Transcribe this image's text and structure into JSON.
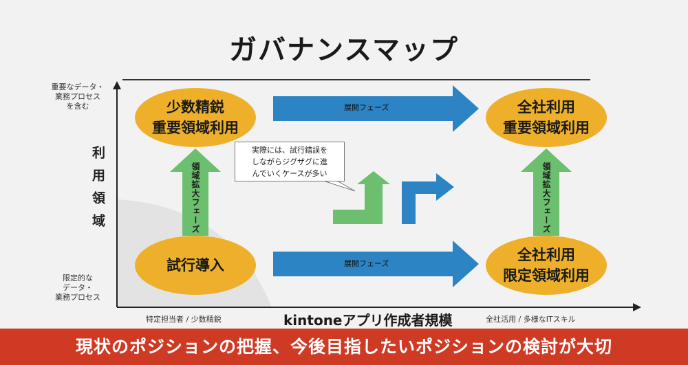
{
  "title": "ガバナンスマップ",
  "nodes": {
    "top_left": [
      "少数精鋭",
      "重要領域利用"
    ],
    "top_right": [
      "全社利用",
      "重要領域利用"
    ],
    "bottom_left": [
      "試行導入"
    ],
    "bottom_right": [
      "全社利用",
      "限定領域利用"
    ]
  },
  "arrows": {
    "top_h": "展開フェーズ",
    "bottom_h": "展開フェーズ",
    "left_v": "領域拡大フェーズ",
    "right_v": "領域拡大フェーズ"
  },
  "callout": [
    "実際には、試行錯誤を",
    "しながらジグザグに進",
    "んでいくケースが多い"
  ],
  "axes": {
    "y_label": "利用領域",
    "y_top": [
      "重要なデータ・",
      "業務プロセス",
      "を含む"
    ],
    "y_bottom": [
      "限定的な",
      "データ・",
      "業務プロセス"
    ],
    "x_label": "kintoneアプリ作成者規模",
    "x_left": "特定担当者 / 少数精鋭",
    "x_right": "全社活用 / 多様なITスキル"
  },
  "banner": "現状のポジションの把握、今後目指したいポジションの検討が大切",
  "colors": {
    "ellipse": "#eeb02a",
    "blue_arrow": "#2c84c4",
    "green_arrow": "#6cbf6e",
    "banner": "#cf3a24"
  }
}
